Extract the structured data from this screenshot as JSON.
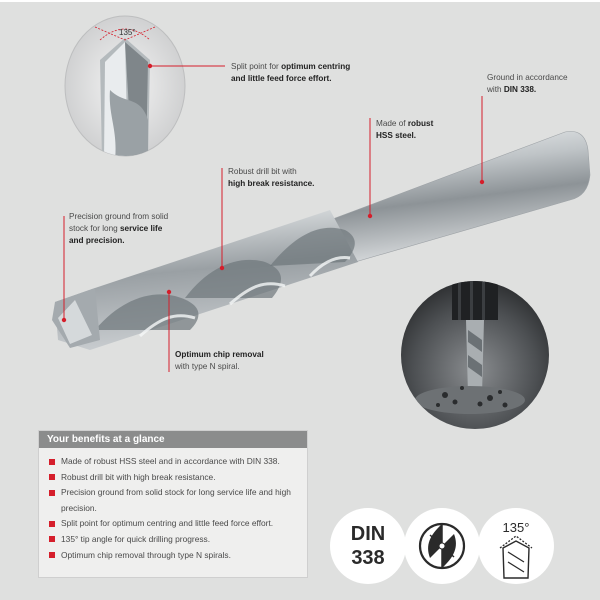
{
  "callouts": {
    "split_point": {
      "line1_plain": "Split point for ",
      "line1_bold": "optimum centring",
      "line2_bold": "and little feed force effort."
    },
    "ground": {
      "line1_plain": "Ground in accordance",
      "line2_plain": "with ",
      "line2_bold": "DIN 338."
    },
    "hss": {
      "line1_plain": "Made of ",
      "line1_bold": "robust",
      "line2_bold": "HSS steel."
    },
    "break": {
      "line1_plain": "Robust drill bit with",
      "line2_bold": "high break resistance."
    },
    "precision": {
      "line1_plain": "Precision ground from solid",
      "line2_plain": "stock for long ",
      "line2_bold": "service life",
      "line3_bold": "and precision."
    },
    "chip": {
      "line1_bold": "Optimum chip removal",
      "line2_plain": "with type N spiral."
    }
  },
  "tip_angle_label": "135°",
  "benefits": {
    "title": "Your benefits at a glance",
    "items": [
      "Made of robust HSS steel and in accordance with DIN 338.",
      "Robust drill bit with high break resistance.",
      "Precision ground from solid stock for long service life and high precision.",
      "Split point for optimum centring and little feed force effort.",
      "135° tip angle for quick drilling progress.",
      "Optimum chip removal through type N spirals."
    ]
  },
  "badges": {
    "din_line1": "DIN",
    "din_line2": "338",
    "angle": "135°"
  },
  "colors": {
    "background": "#dfe0df",
    "accent_red": "#d51e2b",
    "header_grey": "#8b8c8c",
    "badge_dark": "#2a2a2a"
  }
}
